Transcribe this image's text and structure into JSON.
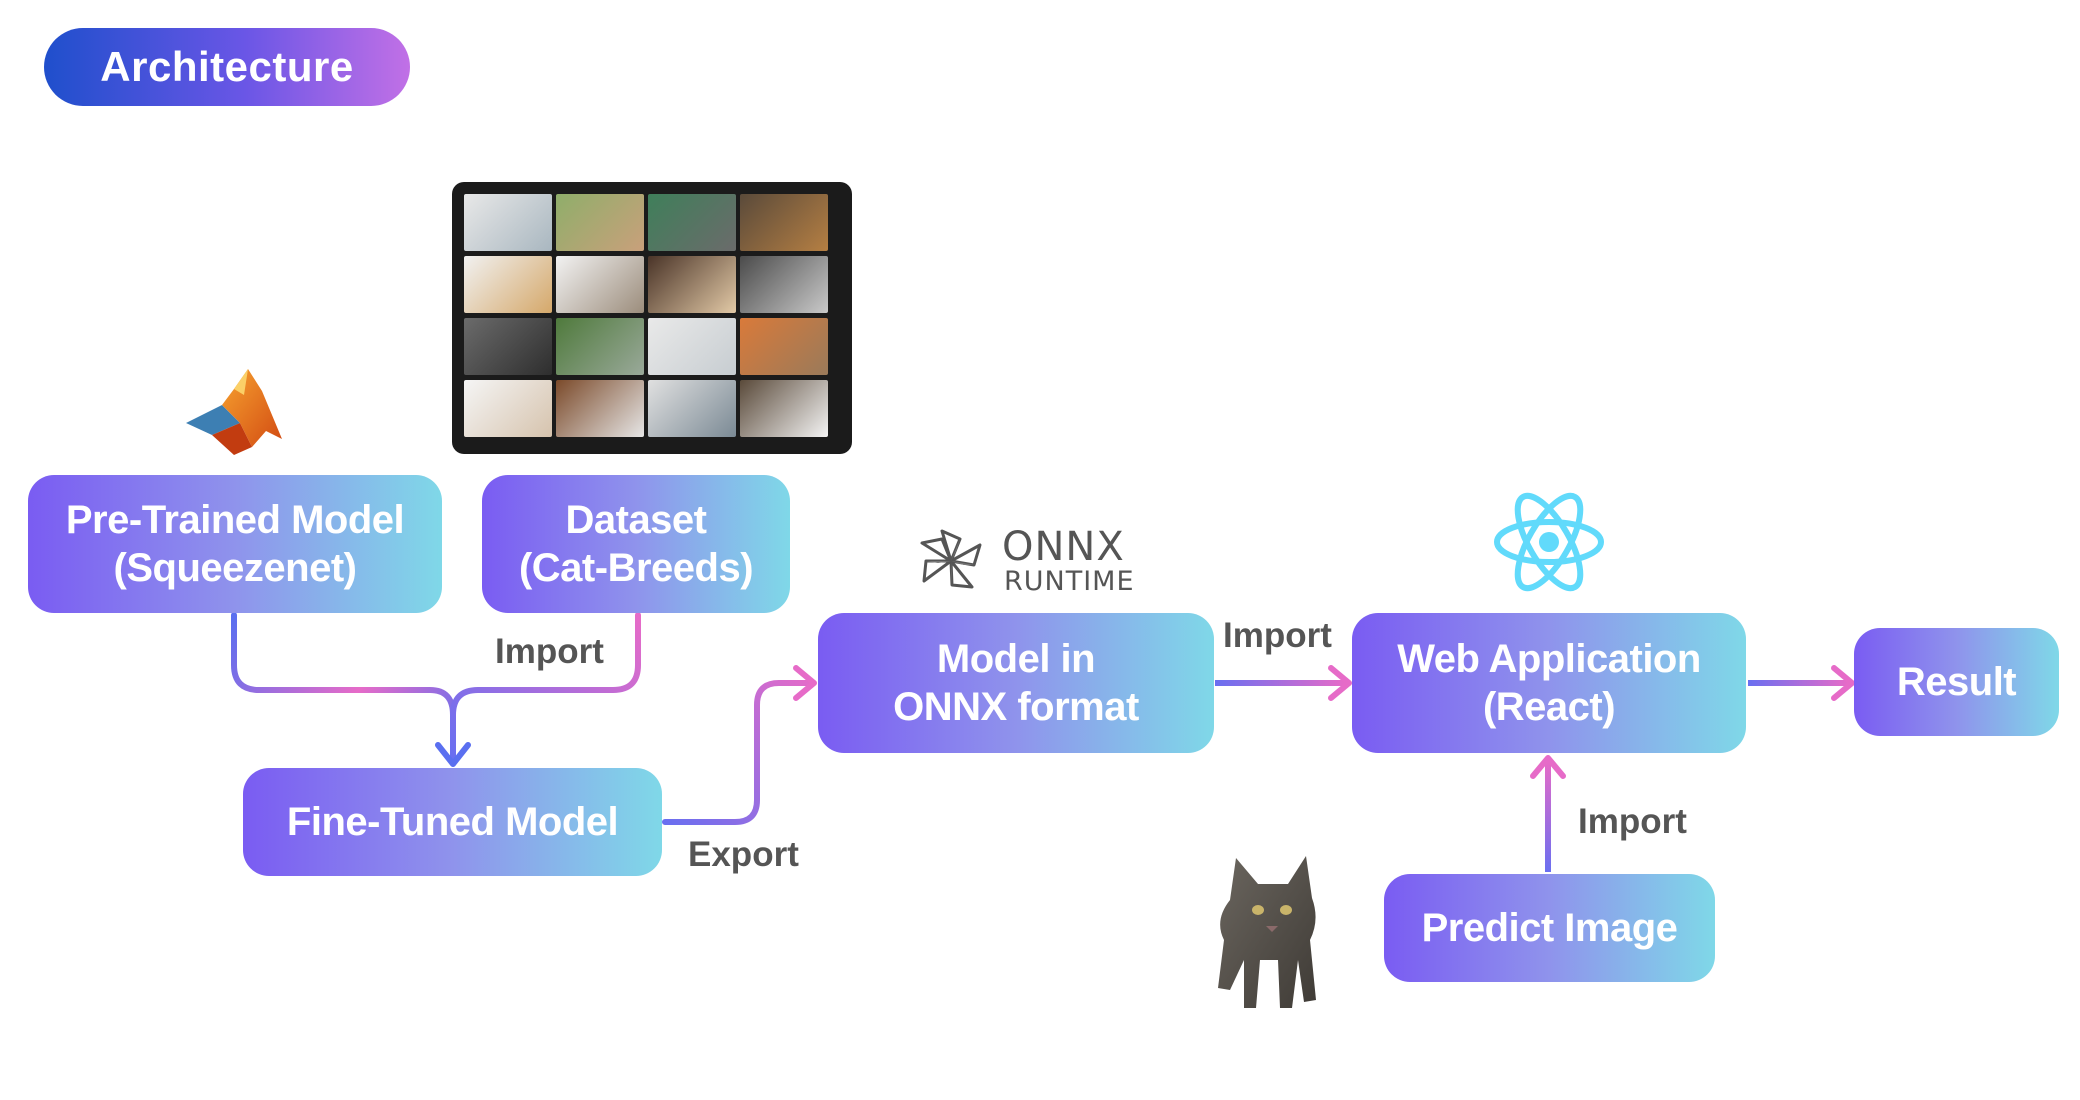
{
  "header": {
    "title": "Architecture"
  },
  "nodes": {
    "pretrained": {
      "line1": "Pre-Trained Model",
      "line2": "(Squeezenet)"
    },
    "dataset": {
      "line1": "Dataset",
      "line2": "(Cat-Breeds)"
    },
    "finetuned": {
      "label": "Fine-Tuned Model"
    },
    "onnx_model": {
      "line1": "Model in",
      "line2": "ONNX format"
    },
    "webapp": {
      "line1": "Web Application",
      "line2": "(React)"
    },
    "result": {
      "label": "Result"
    },
    "predict": {
      "label": "Predict Image"
    }
  },
  "edge_labels": {
    "dataset_import": "Import",
    "export": "Export",
    "onnx_import": "Import",
    "predict_import": "Import"
  },
  "logos": {
    "onnx": {
      "line1": "ONNX",
      "line2": "RUNTIME"
    },
    "matlab": "matlab-icon",
    "react": "react-icon"
  },
  "colors": {
    "node_gradient_start": "#7a5cf2",
    "node_gradient_end": "#7fd8e8",
    "arrow_blue": "#5a6ff0",
    "arrow_pink": "#e061c8",
    "label_gray": "#555555"
  }
}
